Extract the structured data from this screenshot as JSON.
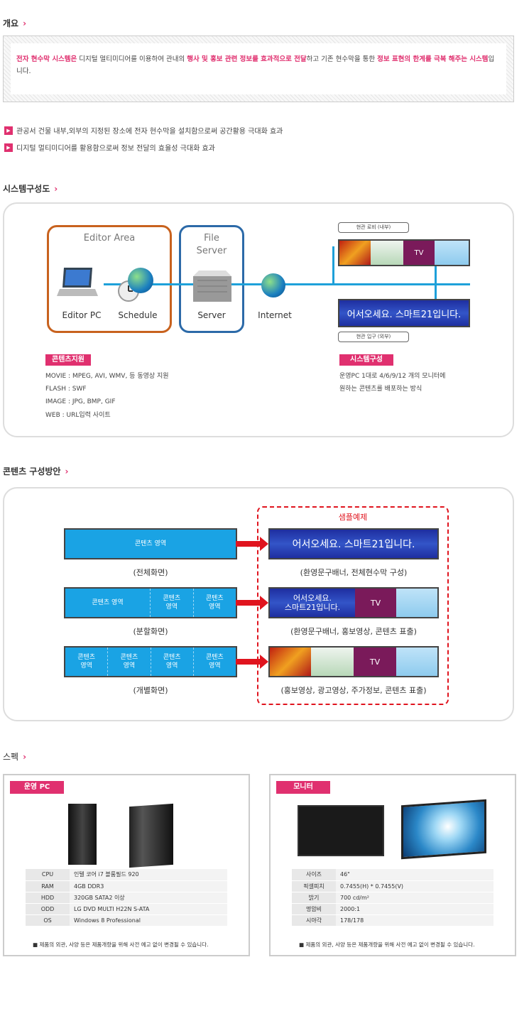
{
  "overview": {
    "title": "개요",
    "chev": "›",
    "text_1": "전자 현수막 시스템은",
    "text_2": " 디지털 멀티미디어를 이용하여 관내의 ",
    "text_3": "행사 및 홍보 관련 정보를 효과적으로 전달",
    "text_4": "하고 기존 현수막을 통한 ",
    "text_5": "정보 표현의 한계를 극복 해주는 시스템",
    "text_6": "입니다.",
    "bullets": [
      "관공서 건물 내부,외부의 지정된 장소에 전자 현수막을 설치함으로써 공간활용 극대화 효과",
      "디지털 멀티미디어를 활용함으로써 정보 전달의 효율성 극대화 효과"
    ]
  },
  "system": {
    "title": "시스템구성도",
    "editor_area": "Editor Area",
    "file_server": "File\nServer",
    "editor_pc": "Editor PC",
    "schedule": "Schedule",
    "server": "Server",
    "internet": "Internet",
    "lobby_tag": "현관 로비 (내부)",
    "entrance_tag": "현관 입구 (외부)",
    "welcome": "어서오세요. 스마트21입니다.",
    "content_support_tag": "콘텐츠지원",
    "content_support_lines": [
      "MOVIE : MPEG, AVI, WMV, 등 동영상 지원",
      "FLASH : SWF",
      "IMAGE : JPG, BMP, GIF",
      "WEB : URL입력 사이트"
    ],
    "system_config_tag": "시스템구성",
    "system_config_lines": [
      "운영PC 1대로 4/6/9/12 개의 모니터에",
      "원하는 콘텐츠를 배포하는 방식"
    ]
  },
  "contents": {
    "title": "콘텐츠 구성방안",
    "sample_label": "샘플예제",
    "rows": [
      {
        "segments": [
          "콘텐츠 영역"
        ],
        "caption": "(전체화면)",
        "sample_caption": "(환영문구배너, 전체현수막 구성)"
      },
      {
        "segments": [
          "콘텐츠 영역",
          "콘텐츠\n영역",
          "콘텐츠\n영역"
        ],
        "caption": "(분할화면)",
        "sample_caption": "(환영문구배너, 홍보영상, 콘텐츠 표출)"
      },
      {
        "segments": [
          "콘텐츠\n영역",
          "콘텐츠\n영역",
          "콘텐츠\n영역",
          "콘텐츠\n영역"
        ],
        "caption": "(개별화면)",
        "sample_caption": "(홍보영상, 광고영상, 주가정보, 콘텐츠 표출)"
      }
    ],
    "welcome_full": "어서오세요. 스마트21입니다.",
    "welcome_split": "어서오세요.\n스마트21입니다.",
    "tv_label": "TV"
  },
  "spec": {
    "title": "스펙",
    "pc": {
      "tag": "운영 PC",
      "rows": [
        {
          "k": "CPU",
          "v": "인텔 코어 i7 블룸필드 920"
        },
        {
          "k": "RAM",
          "v": "4GB DDR3"
        },
        {
          "k": "HDD",
          "v": "320GB SATA2 이상"
        },
        {
          "k": "ODD",
          "v": "LG DVD MULTI H22N S-ATA"
        },
        {
          "k": "OS",
          "v": "Windows 8 Professional"
        }
      ],
      "note": "■  제품의 외관, 사양 등은 제품개량을 위해 사전 예고 없이 변경될 수 있습니다."
    },
    "monitor": {
      "tag": "모니터",
      "rows": [
        {
          "k": "사이즈",
          "v": "46\""
        },
        {
          "k": "픽셀피치",
          "v": "0.7455(H) * 0.7455(V)"
        },
        {
          "k": "밝기",
          "v": "700 cd/m²"
        },
        {
          "k": "명암비",
          "v": "2000:1"
        },
        {
          "k": "시야각",
          "v": "178/178"
        }
      ],
      "note": "■  제품의 외관, 사양 등은 제품개량을 위해 사전 예고 없이 변경될 수 있습니다."
    }
  },
  "colors": {
    "accent": "#e0306f",
    "line": "#1ea0d9",
    "editor_border": "#c8621e",
    "server_border": "#2c6aa8"
  }
}
